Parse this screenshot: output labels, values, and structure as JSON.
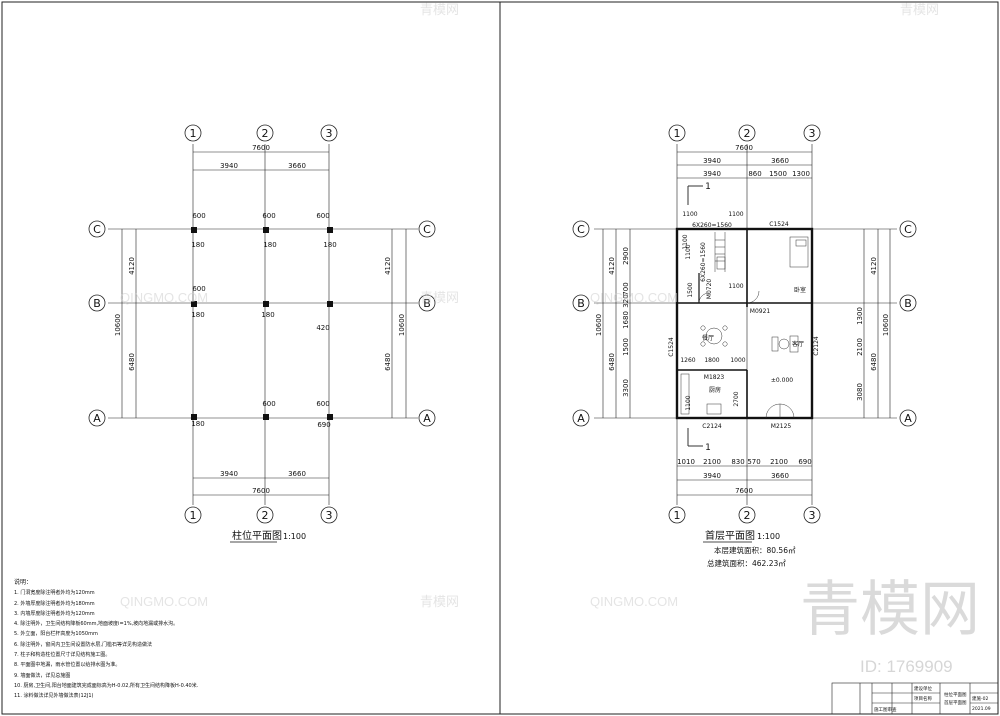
{
  "left_plan": {
    "title": "柱位平面图",
    "scale": "1:100",
    "grid_cols": [
      "1",
      "2",
      "3"
    ],
    "grid_rows": [
      "C",
      "B",
      "A"
    ],
    "top_total": "7600",
    "top_bays": [
      "3940",
      "3660"
    ],
    "bottom_bays": [
      "3940",
      "3660"
    ],
    "bottom_total": "7600",
    "left_total": "10600",
    "left_bays": [
      "4120",
      "6480"
    ],
    "right_total": "10600",
    "right_bays": [
      "4120",
      "6480"
    ],
    "col_dim_600": "600",
    "col_dim_180": "180",
    "col_dim_420": "420",
    "col_dim_690": "690"
  },
  "right_plan": {
    "title": "首层平面图",
    "scale": "1:100",
    "area_line1": "本层建筑面积：80.56㎡",
    "area_line2": "总建筑面积：462.23㎡",
    "grid_cols": [
      "1",
      "2",
      "3"
    ],
    "grid_rows": [
      "C",
      "B",
      "A"
    ],
    "top_total": "7600",
    "top_bays": [
      "3940",
      "3660"
    ],
    "top_detail": [
      "3940",
      "860",
      "1500",
      "1300"
    ],
    "bottom_detail": [
      "1010",
      "2100",
      "830",
      "570",
      "2100",
      "690"
    ],
    "bottom_bays": [
      "3940",
      "3660"
    ],
    "bottom_total": "7600",
    "left_total": "10600",
    "left_bays": [
      "4120",
      "6480"
    ],
    "left_detail": [
      "2900",
      "700",
      "320",
      "1680",
      "1500",
      "3300"
    ],
    "right_total": "10600",
    "right_bays": [
      "4120",
      "6480"
    ],
    "right_detail": [
      "1300",
      "2100",
      "3080"
    ],
    "labels": {
      "stair_top": "1",
      "stair_bottom": "1",
      "dim_1100a": "1100",
      "dim_1100b": "1100",
      "stair_steps": "6X260=1560",
      "stair_steps_v": "6X260=1560",
      "window_c1524_top": "C1524",
      "dim_1100c": "1100",
      "door_m0720": "M0720",
      "dim_1100d": "1100",
      "bedroom": "卧室",
      "door_m0921": "M0921",
      "window_c1524_left": "C1524",
      "dining": "餐厅",
      "living": "客厅",
      "window_c2124_right": "C2124",
      "dim_1260": "1260",
      "dim_1800": "1800",
      "dim_1000": "1000",
      "door_m1823": "M1823",
      "kitchen": "厨房",
      "elevation": "±0.000",
      "dim_2700": "2700",
      "window_c2124_bottom": "C2124",
      "door_m2125": "M2125",
      "dim_1100e": "1100",
      "dim_1500": "1500",
      "dim_1100f": "1100"
    }
  },
  "notes": {
    "heading": "说明：",
    "items": [
      "1. 门洞宽度除注明者外均为120mm",
      "2. 外墙厚度除注明者外均为180mm",
      "3. 内墙厚度除注明者外均为120mm",
      "4. 除注明外，卫生间结构降板60mm,地面坡度i=1%,坡向地漏或排水沟。",
      "5. 外立面，阳台栏杆高度为1050mm",
      "6. 除注明外，窗间内卫生间设置防水层,门槛石等详见构造做法",
      "7. 柱子和构造柱位置尺寸详见结构施工图。",
      "8. 平面图中地漏，雨水管位置以给排水图为准。",
      "9. 墙面做法，详见总施图",
      "10. 厨房,卫生间,阳台地面建筑完成面标高为H-0.02,所有卫生间结构降板H-0.40米.",
      "11. 涂料做法详见外墙做法表(12J1)"
    ]
  },
  "title_block": {
    "drawing_name_1": "柱位平面图",
    "drawing_name_2": "首层平面图",
    "field_a": "建设单位",
    "field_b": "项目名称",
    "field_c": "施工图审查",
    "sheet_no": "建施-02",
    "date": "2021.09"
  },
  "watermarks": {
    "brand_cn": "青模网",
    "brand_en": "QINGMO.COM",
    "id_label": "ID: 1769909"
  }
}
